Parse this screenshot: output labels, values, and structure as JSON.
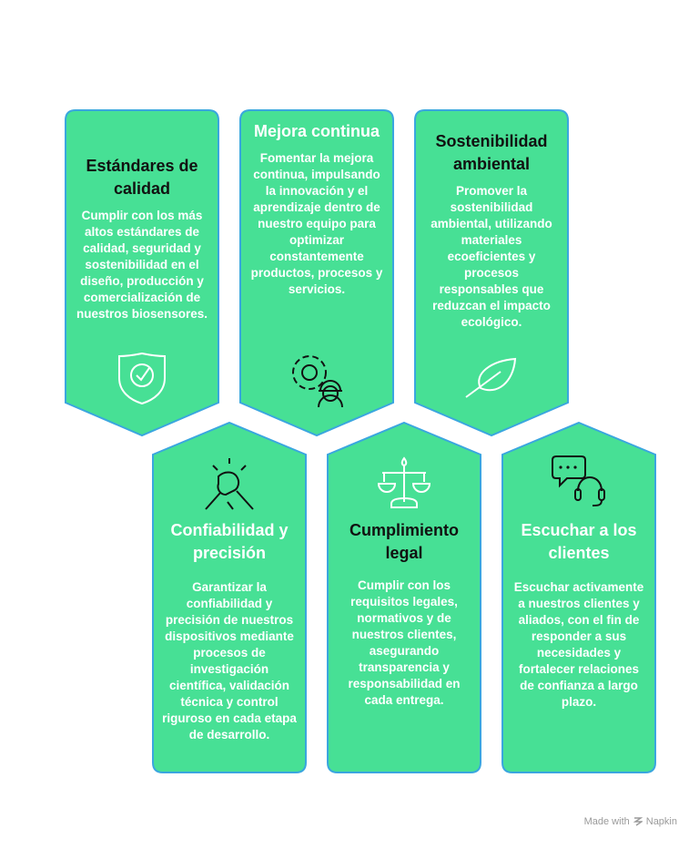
{
  "colors": {
    "fill": "#47E095",
    "border": "#3AA6DF",
    "dark_text": "#111111",
    "light_text": "#FFFFFF"
  },
  "cards": [
    {
      "title": "Estándares de calidad",
      "body": "Cumplir con los más altos estándares de calidad, seguridad y sostenibilidad en el diseño, producción y comercialización de nuestros biosensores.",
      "icon": "shield-check-icon"
    },
    {
      "title": "Mejora continua",
      "body": "Fomentar la mejora continua, impulsando la innovación y el aprendizaje dentro de nuestro equipo para optimizar constantemente productos, procesos y servicios.",
      "icon": "gear-worker-icon"
    },
    {
      "title": "Sostenibilidad ambiental",
      "body": "Promover la sostenibilidad ambiental, utilizando materiales ecoeficientes y procesos responsables que reduzcan el impacto ecológico.",
      "icon": "leaf-icon"
    },
    {
      "title": "Confiabilidad y precisión",
      "body": "Garantizar la confiabilidad y precisión de nuestros dispositivos mediante procesos de investigación científica, validación técnica y control riguroso en cada etapa de desarrollo.",
      "icon": "handshake-icon"
    },
    {
      "title": "Cumplimiento legal",
      "body": "Cumplir con los requisitos legales, normativos y de nuestros clientes, asegurando transparencia y responsabilidad en cada entrega.",
      "icon": "scales-icon"
    },
    {
      "title": "Escuchar a los clientes",
      "body": "Escuchar activamente a nuestros clientes y aliados, con el fin de responder a sus necesidades y fortalecer relaciones de confianza a largo plazo.",
      "icon": "chat-headset-icon"
    }
  ],
  "footer": {
    "made_with": "Made with",
    "brand": "Napkin"
  }
}
